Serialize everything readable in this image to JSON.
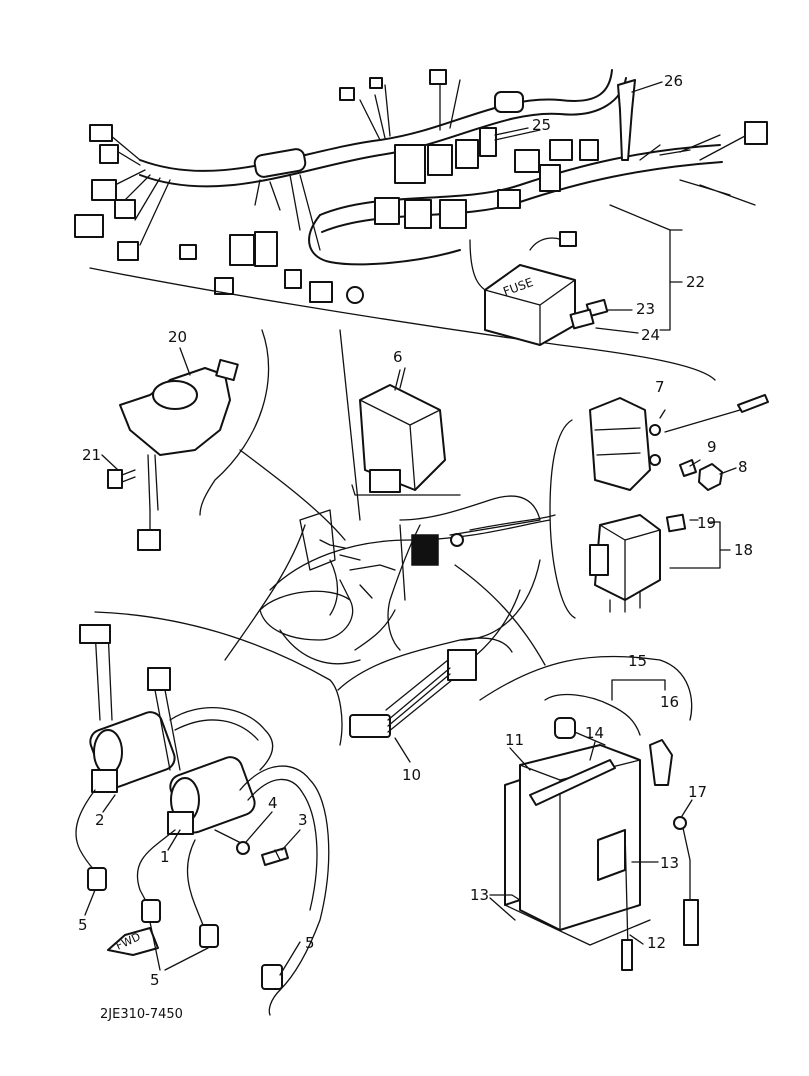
{
  "diagram": {
    "part_numbers": {
      "p1": "1",
      "p2": "2",
      "p3": "3",
      "p4": "4",
      "p5a": "5",
      "p5b": "5",
      "p5c": "5",
      "p6": "6",
      "p7": "7",
      "p8": "8",
      "p9": "9",
      "p10": "10",
      "p11": "11",
      "p12": "12",
      "p13a": "13",
      "p13b": "13",
      "p14": "14",
      "p15": "15",
      "p16": "16",
      "p17": "17",
      "p18": "18",
      "p19": "19",
      "p20": "20",
      "p21": "21",
      "p22": "22",
      "p23": "23",
      "p24": "24",
      "p25": "25",
      "p26": "26"
    },
    "fuse_label": "FUSE",
    "fwd_label": "FWD",
    "drawing_code": "2JE310-7450"
  },
  "colors": {
    "ink": "#111111",
    "paper": "#ffffff"
  }
}
